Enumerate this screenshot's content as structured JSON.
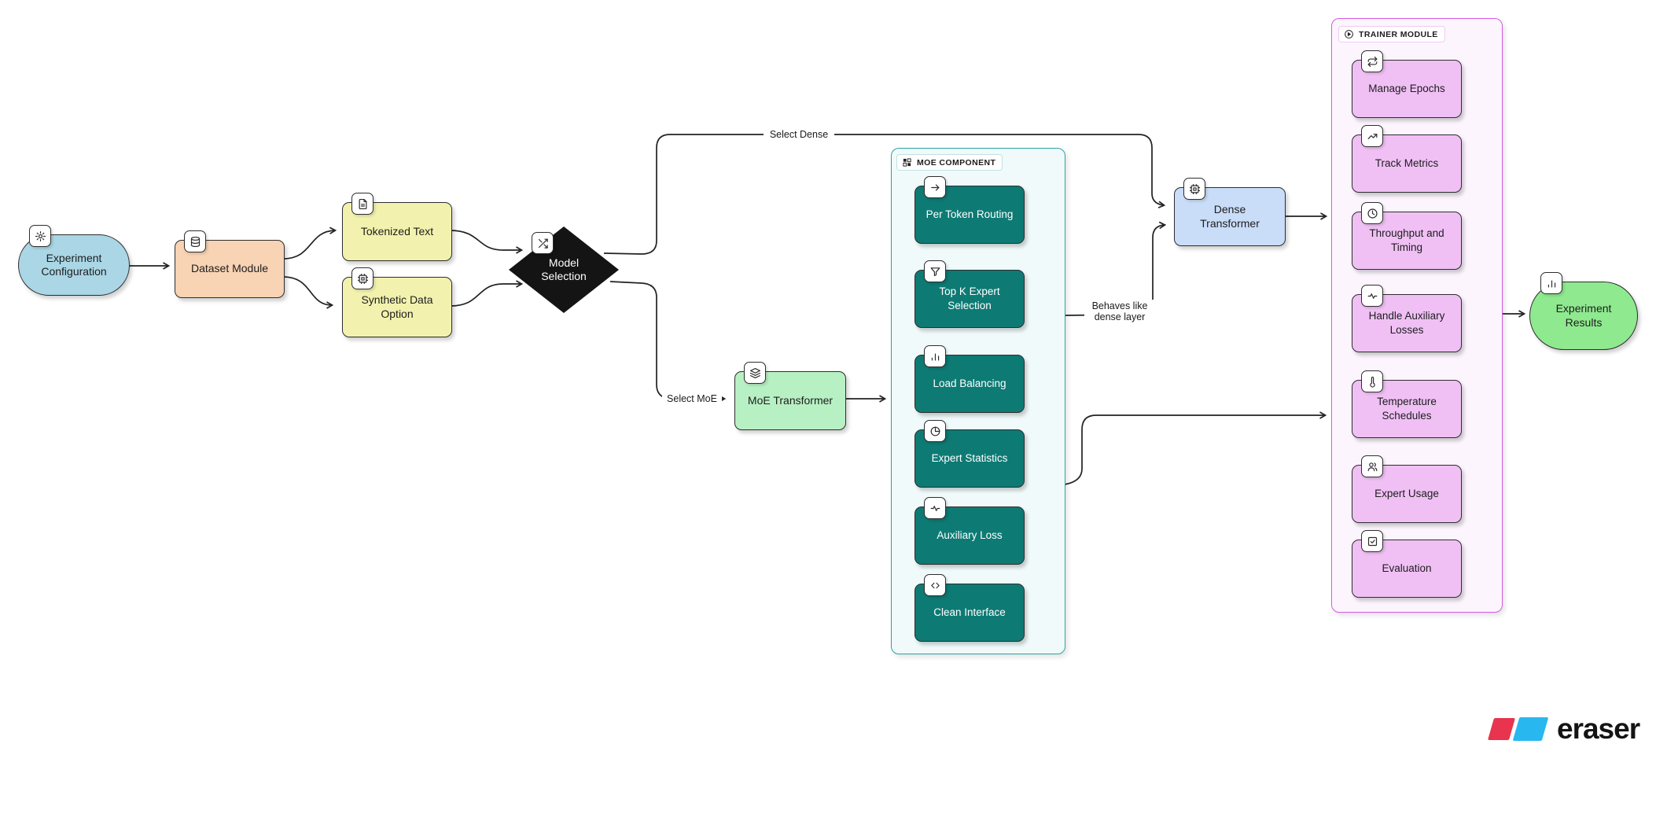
{
  "diagram": {
    "nodes": {
      "experiment_configuration": {
        "label": "Experiment Configuration",
        "icon": "gear-icon"
      },
      "dataset_module": {
        "label": "Dataset Module",
        "icon": "database-icon"
      },
      "tokenized_text": {
        "label": "Tokenized Text",
        "icon": "file-text-icon"
      },
      "synthetic_data_option": {
        "label": "Synthetic Data Option",
        "icon": "chip-icon"
      },
      "model_selection": {
        "label": "Model Selection",
        "icon": "shuffle-icon"
      },
      "moe_transformer": {
        "label": "MoE Transformer",
        "icon": "layers-icon"
      },
      "dense_transformer": {
        "label": "Dense Transformer",
        "icon": "chip-icon"
      },
      "experiment_results": {
        "label": "Experiment Results",
        "icon": "bar-chart-icon"
      }
    },
    "groups": {
      "moe_component": {
        "label": "MOE COMPONENT",
        "icon": "layout-grid-icon",
        "items": [
          {
            "label": "Per Token Routing",
            "icon": "arrow-right-icon"
          },
          {
            "label": "Top K Expert Selection",
            "icon": "funnel-icon"
          },
          {
            "label": "Load Balancing",
            "icon": "bar-chart-icon"
          },
          {
            "label": "Expert Statistics",
            "icon": "pie-chart-icon"
          },
          {
            "label": "Auxiliary Loss",
            "icon": "activity-icon"
          },
          {
            "label": "Clean Interface",
            "icon": "code-icon"
          }
        ]
      },
      "trainer_module": {
        "label": "TRAINER MODULE",
        "icon": "play-circle-icon",
        "items": [
          {
            "label": "Manage Epochs",
            "icon": "repeat-icon"
          },
          {
            "label": "Track Metrics",
            "icon": "trending-up-icon"
          },
          {
            "label": "Throughput and Timing",
            "icon": "clock-icon"
          },
          {
            "label": "Handle Auxiliary Losses",
            "icon": "activity-icon"
          },
          {
            "label": "Temperature Schedules",
            "icon": "thermometer-icon"
          },
          {
            "label": "Expert Usage",
            "icon": "users-icon"
          },
          {
            "label": "Evaluation",
            "icon": "check-square-icon"
          }
        ]
      }
    },
    "edge_labels": {
      "select_dense": "Select Dense",
      "select_moe": "Select MoE",
      "behaves_like_dense": "Behaves like dense layer"
    },
    "colors": {
      "experiment_configuration": "#aad6e6",
      "dataset_module": "#f8d3b4",
      "tokenized_text": "#f2f2ae",
      "synthetic_data_option": "#f2f2ae",
      "model_selection": "#141414",
      "moe_transformer": "#b7f0c3",
      "dense_transformer": "#c9dcf8",
      "experiment_results": "#8fe98f",
      "moe_item": "#0e7a74",
      "trainer_item": "#f0c0f5",
      "moe_group_border": "#2fa3a4",
      "moe_group_fill": "#f0fafa",
      "trainer_group_border": "#d45ae2",
      "trainer_group_fill": "#fcf5fd"
    }
  },
  "watermark": {
    "brand": "eraser",
    "red": "#e8344e",
    "blue": "#29b7ef"
  }
}
